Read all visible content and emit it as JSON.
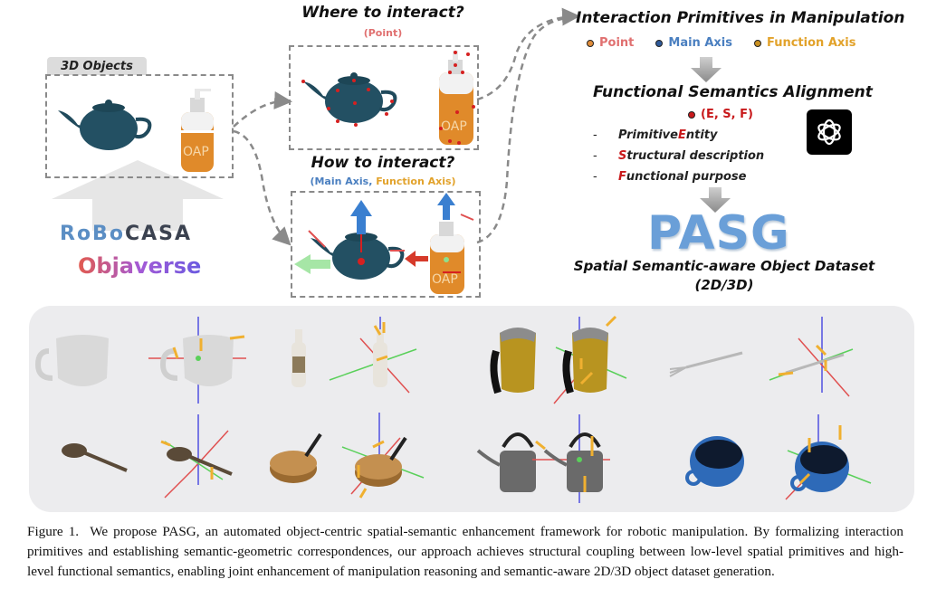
{
  "left_panel": {
    "tab_label": "3D Objects",
    "sources": [
      {
        "name": "RoboCasa",
        "text": "ROBOCASA",
        "colors": [
          "#5b8ec4",
          "#3b4250"
        ]
      },
      {
        "name": "Objaverse",
        "text": "Objaverse",
        "gradient": [
          "#e25a4e",
          "#a45ad6",
          "#6a5ae0"
        ]
      }
    ],
    "objects": [
      "teapot",
      "soap-bottle"
    ]
  },
  "middle_panel": {
    "where": {
      "title": "Where to interact?",
      "subtitle": "(Point)",
      "subtitle_color": "#e07070"
    },
    "how": {
      "title": "How to interact?",
      "subtitle_parts": [
        {
          "text": "(Main Axis,",
          "color": "#4a7fc0"
        },
        {
          "text": " Function Axis)",
          "color": "#e2a22a"
        }
      ]
    },
    "soap_label": "OAP"
  },
  "right_panel": {
    "title": "Interaction Primitives in Manipulation",
    "legend": [
      {
        "label": "Point",
        "color": "#e07070",
        "dot": "#e08c3a"
      },
      {
        "label": "Main Axis",
        "color": "#4a7fc0",
        "dot": "#2f5a9a"
      },
      {
        "label": "Function Axis",
        "color": "#e2a22a",
        "dot": "#c99020"
      }
    ],
    "alignment_title": "Functional Semantics Alignment",
    "esf_label": "(E, S, F)",
    "esf_color": "#c8191b",
    "items": [
      {
        "dash": "-",
        "pre": "Primitive ",
        "hl": "E",
        "post": "ntity"
      },
      {
        "dash": "-",
        "pre": "",
        "hl": "S",
        "post": "tructural description"
      },
      {
        "dash": "-",
        "pre": "",
        "hl": "F",
        "post": "unctional purpose"
      }
    ],
    "logo_icon": "openai-logo-icon",
    "pasg": "PASG",
    "dataset_title": "Spatial Semantic-aware Object Dataset",
    "dataset_subtitle": "(2D/3D)"
  },
  "gallery": {
    "rows": [
      [
        "mug",
        "mug-annotated",
        "bottle",
        "bottle-annotated",
        "kettle",
        "kettle-annotated",
        "fork",
        "fork-annotated"
      ],
      [
        "spoon",
        "spoon-annotated",
        "pan",
        "pan-annotated",
        "teakettle",
        "teakettle-annotated",
        "bowl-cup",
        "bowl-cup-annotated"
      ]
    ]
  },
  "caption": {
    "label": "Figure 1.",
    "text": "We propose PASG, an automated object-centric spatial-semantic enhancement framework for robotic manipulation. By formalizing interaction primitives and establishing semantic-geometric correspondences, our approach achieves structural coupling between low-level spatial primitives and high-level functional semantics, enabling joint enhancement of manipulation reasoning and semantic-aware 2D/3D object dataset generation."
  }
}
